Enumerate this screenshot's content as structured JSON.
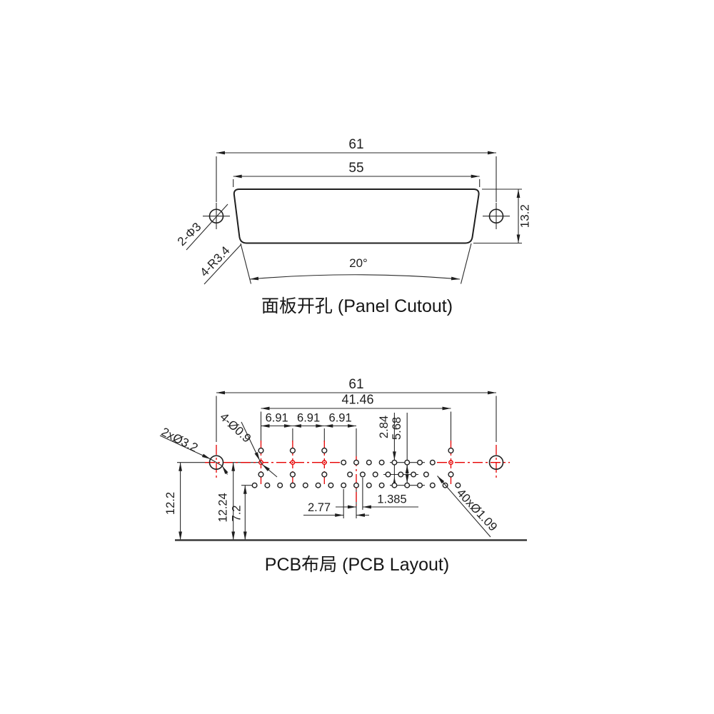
{
  "panel_cutout": {
    "caption": "面板开孔 (Panel Cutout)",
    "overall_width": "61",
    "cutout_width": "55",
    "flange_height": "13.2",
    "mounting_holes_label": "2-Φ3",
    "corner_radius_label": "4-R3.4",
    "side_angle": "20°"
  },
  "pcb_layout": {
    "caption": "PCB布局 (PCB Layout)",
    "overall_width": "61",
    "coax_span": "41.46",
    "coax_pitch": [
      "6.91",
      "6.91",
      "6.91"
    ],
    "row_offset": "2.84",
    "row_offset_double": "5.68",
    "mounting_holes_label": "2xØ3.2",
    "coax_center_holes_label": "4-Ø0.9",
    "signal_holes_label": "40xØ1.09",
    "mount_to_edge": "12.2",
    "row_to_edge": "12.24",
    "bottom_row_to_edge": "7.2",
    "pin_pitch": "2.77",
    "half_pitch": "1.385"
  },
  "colors": {
    "line_color": "#1f1f1f",
    "centerline_color": "#e60000"
  }
}
